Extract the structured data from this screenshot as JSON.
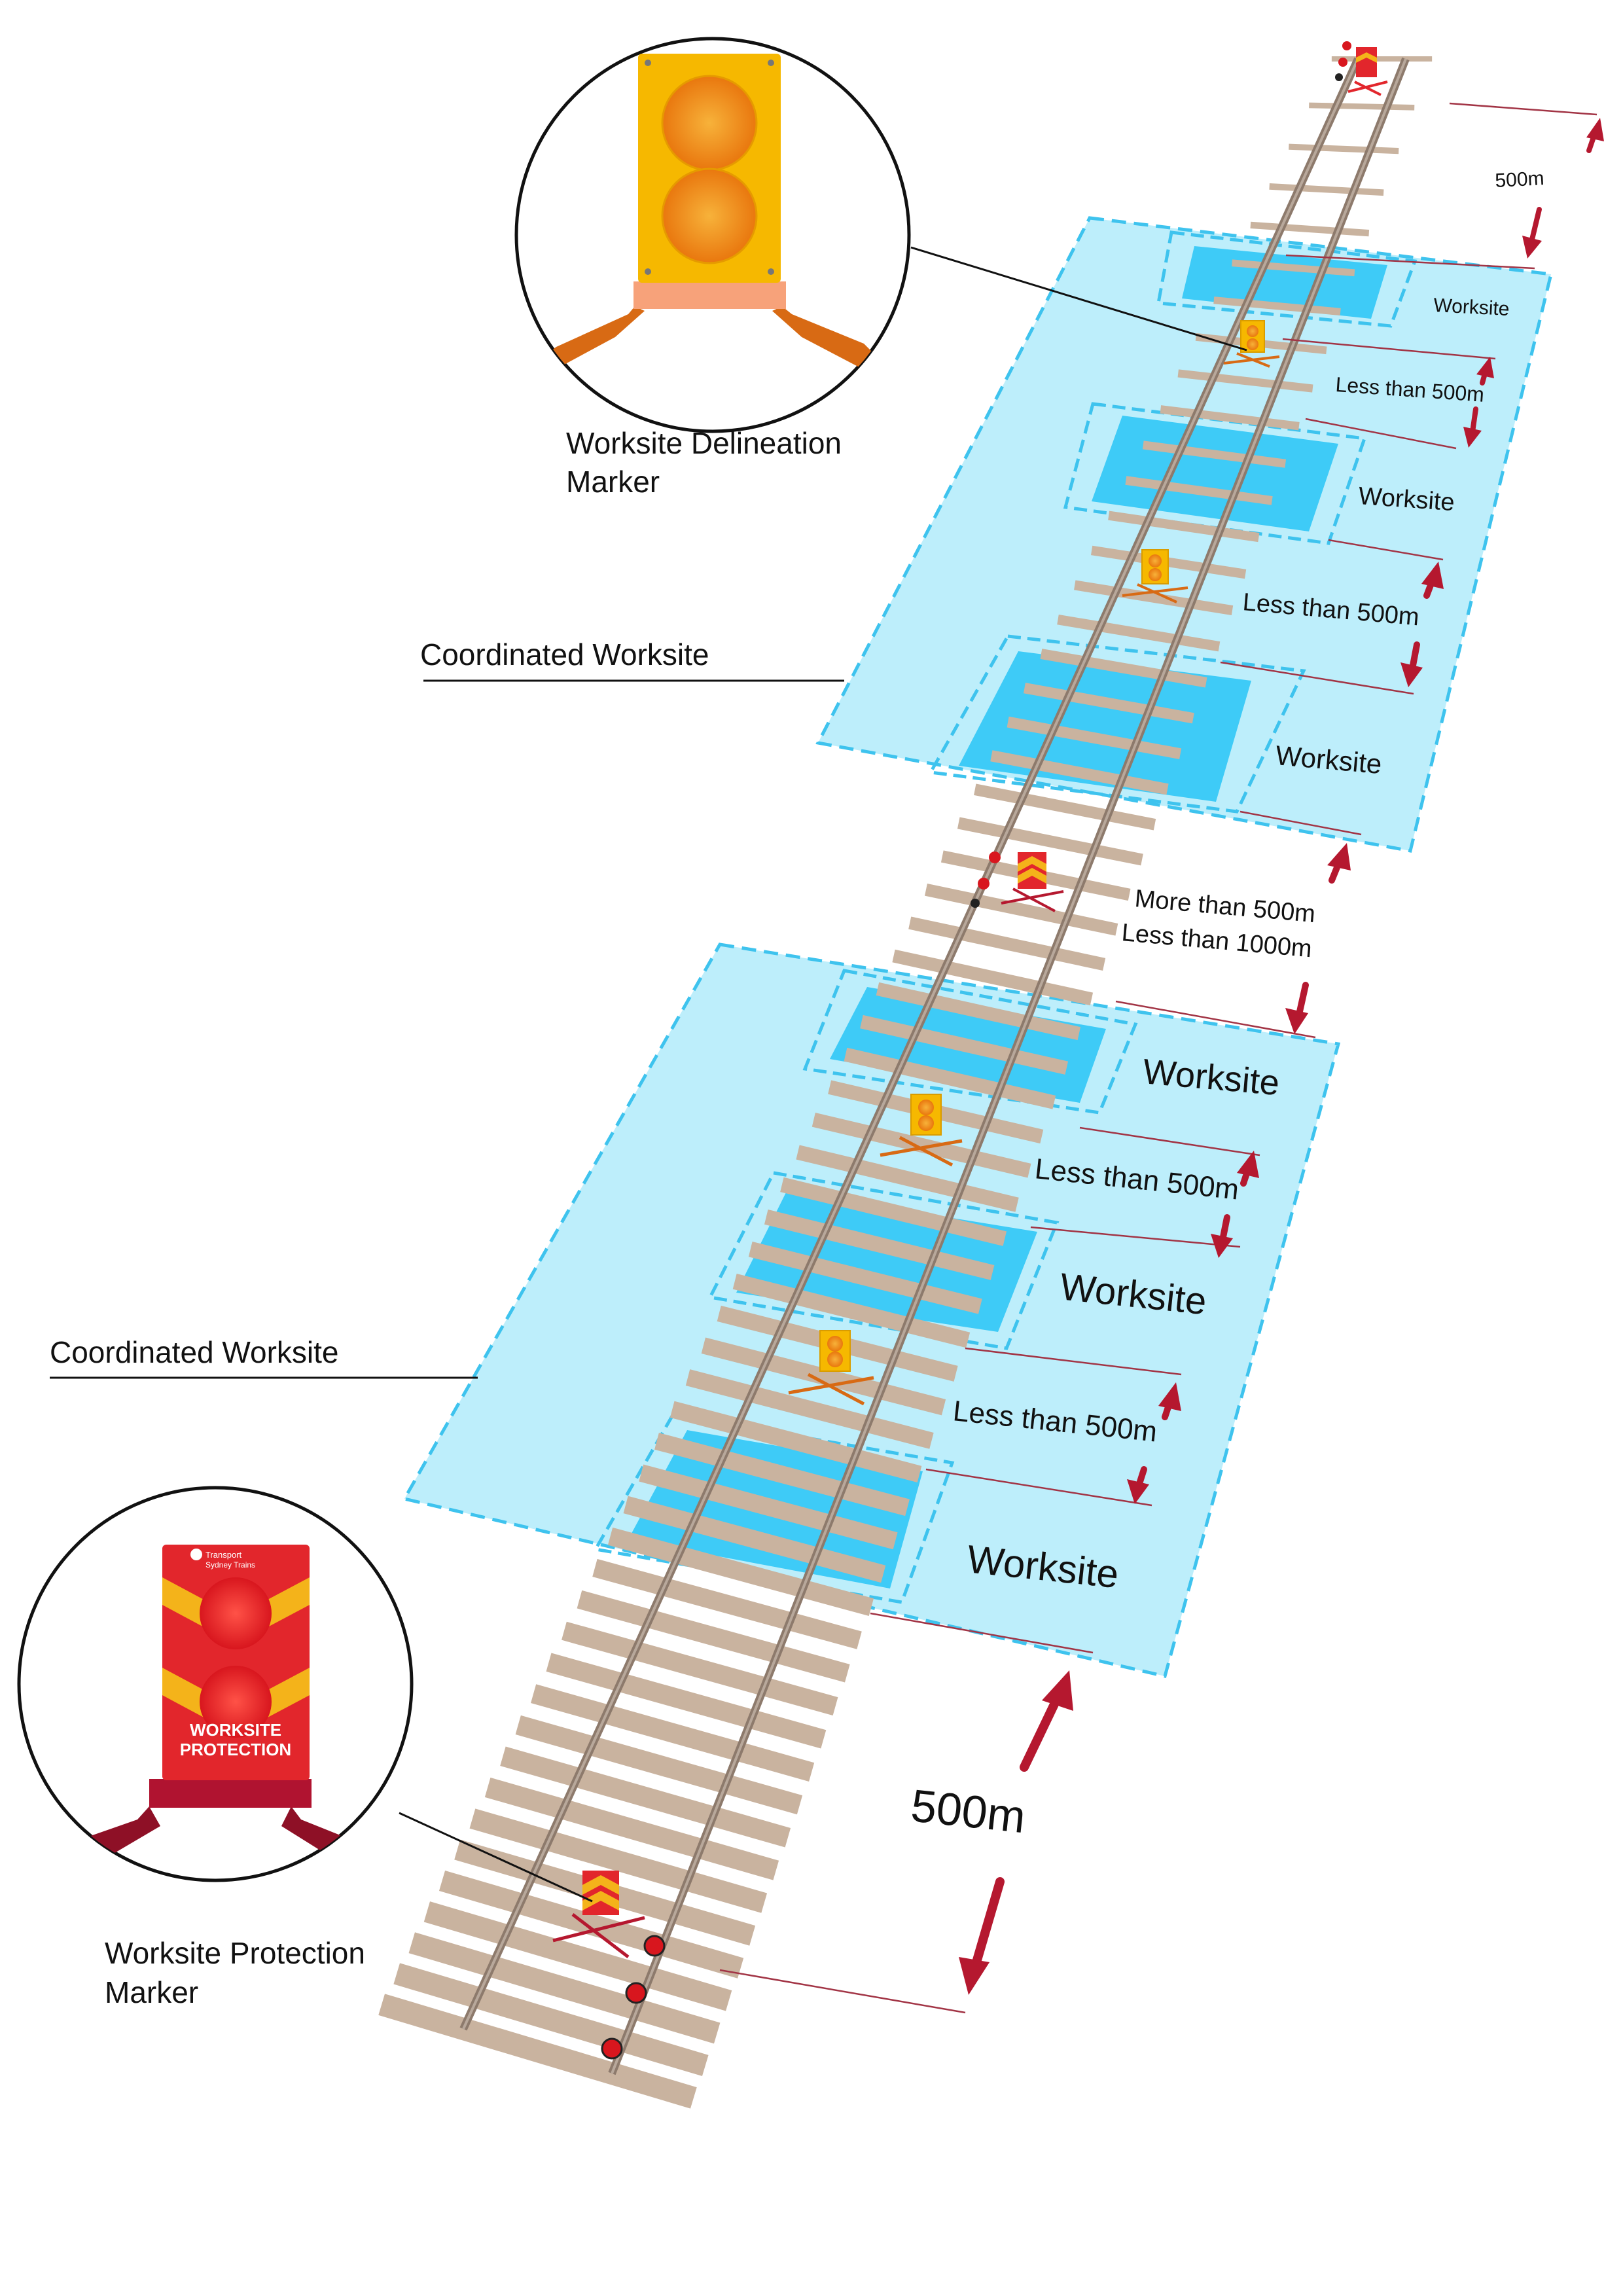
{
  "colors": {
    "zone_fill": "#bdeefb",
    "zone_border": "#3ec3ee",
    "worksite_fill": "#3ecbf7",
    "rail": "#8d7a6c",
    "sleeper": "#c9b39f",
    "arrow": "#b5182f",
    "line": "#a23445",
    "delineation_marker": "#f6b800",
    "delineation_light": "#f08a12",
    "protection_marker": "#e2262c",
    "protection_stripe": "#f4b31a",
    "stand_orange": "#d86a14",
    "stand_red": "#8e1026"
  },
  "callouts": {
    "delineation": {
      "label_line1": "Worksite Delineation",
      "label_line2": "Marker"
    },
    "protection": {
      "label_line1": "Worksite Protection",
      "label_line2": "Marker",
      "panel_logo_line1": "Transport",
      "panel_logo_line2": "Sydney Trains",
      "panel_text_line1": "WORKSITE",
      "panel_text_line2": "PROTECTION"
    }
  },
  "zones": {
    "upper": {
      "label": "Coordinated Worksite"
    },
    "lower": {
      "label": "Coordinated Worksite"
    }
  },
  "worksites": {
    "u1": "Worksite",
    "u2": "Worksite",
    "u3": "Worksite",
    "l1": "Worksite",
    "l2": "Worksite",
    "l3": "Worksite"
  },
  "distances": {
    "top": "500m",
    "upper_gap1": "Less than 500m",
    "upper_gap2": "Less than 500m",
    "between_line1": "More than 500m",
    "between_line2": "Less than 1000m",
    "lower_gap1": "Less than 500m",
    "lower_gap2": "Less than 500m",
    "bottom": "500m"
  }
}
